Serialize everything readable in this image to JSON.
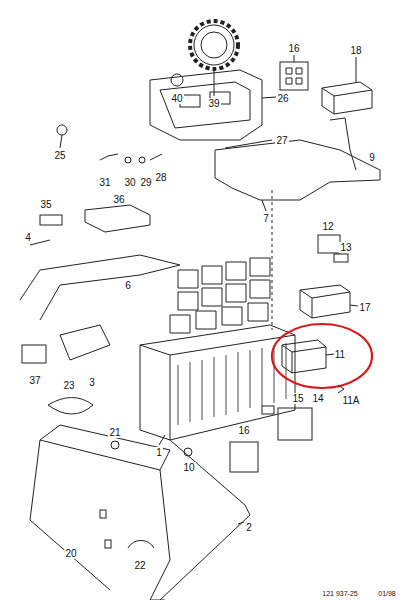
{
  "diagram": {
    "labels": [
      "26",
      "40",
      "39",
      "16",
      "18",
      "25",
      "27",
      "31",
      "30",
      "29",
      "28",
      "9",
      "35",
      "36",
      "7",
      "4",
      "12",
      "13",
      "6",
      "17",
      "11",
      "37",
      "3",
      "11A",
      "23",
      "15",
      "14",
      "16",
      "21",
      "10",
      "1",
      "20",
      "2",
      "22",
      "121 937-25",
      "01/98"
    ]
  }
}
